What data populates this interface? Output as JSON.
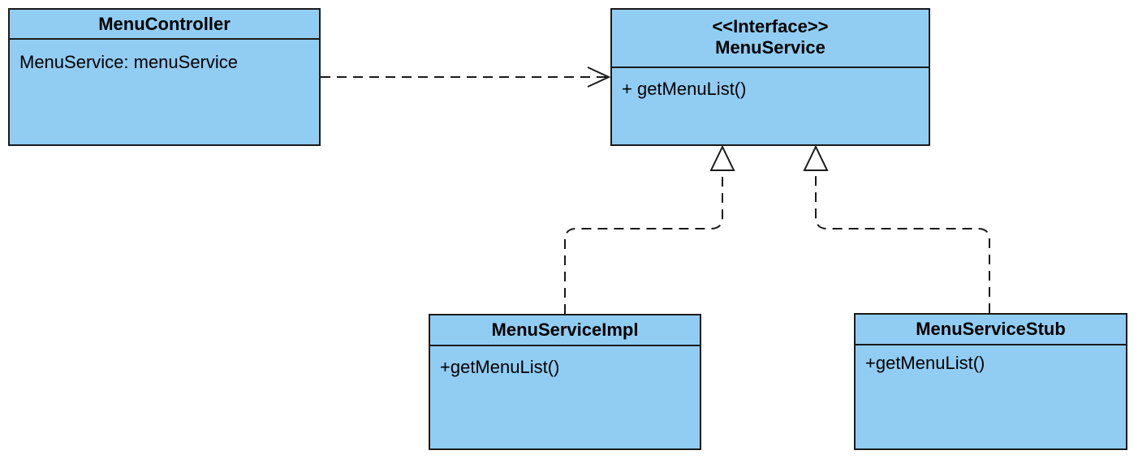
{
  "diagram": {
    "classes": {
      "menu_controller": {
        "name": "MenuController",
        "members": [
          "MenuService: menuService"
        ]
      },
      "menu_service": {
        "stereotype": "<<Interface>>",
        "name": "MenuService",
        "members": [
          "+ getMenuList()"
        ]
      },
      "menu_service_impl": {
        "name": "MenuServiceImpl",
        "members": [
          "+getMenuList()"
        ]
      },
      "menu_service_stub": {
        "name": "MenuServiceStub",
        "members": [
          "+getMenuList()"
        ]
      }
    },
    "relations": [
      {
        "from": "MenuController",
        "to": "MenuService",
        "type": "dependency"
      },
      {
        "from": "MenuServiceImpl",
        "to": "MenuService",
        "type": "realization"
      },
      {
        "from": "MenuServiceStub",
        "to": "MenuService",
        "type": "realization"
      }
    ],
    "colors": {
      "class_fill": "#91cdf3",
      "stroke": "#1a1a1a"
    }
  }
}
